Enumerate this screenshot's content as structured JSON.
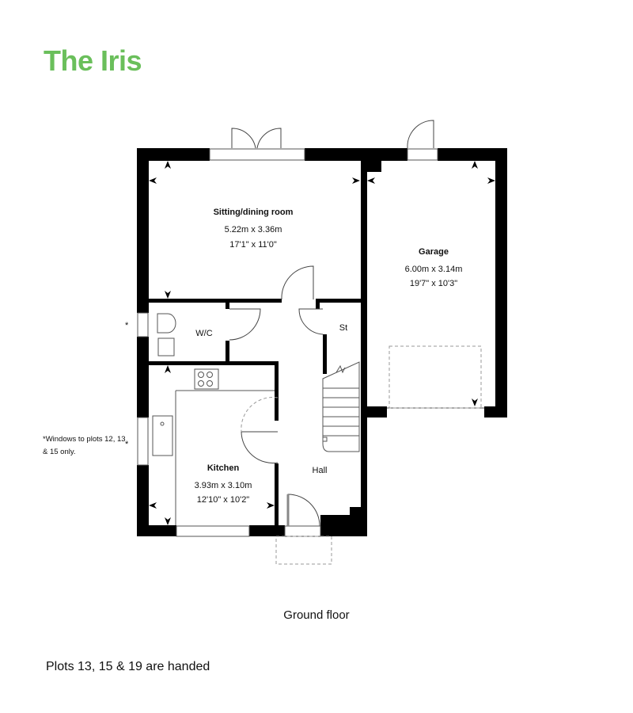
{
  "header": {
    "title": "The Iris",
    "title_color": "#6abf5b"
  },
  "rooms": {
    "sitting": {
      "name": "Sitting/dining room",
      "metric": "5.22m x 3.36m",
      "imperial": "17'1\" x 11'0\""
    },
    "garage": {
      "name": "Garage",
      "metric": "6.00m x 3.14m",
      "imperial": "19'7\" x 10'3\""
    },
    "kitchen": {
      "name": "Kitchen",
      "metric": "3.93m x 3.10m",
      "imperial": "12'10\" x 10'2\""
    },
    "wc": {
      "name": "W/C"
    },
    "store": {
      "name": "St"
    },
    "hall": {
      "name": "Hall"
    }
  },
  "notes": {
    "windows_star": "*",
    "windows_note": "*Windows to plots 12, 13 & 15 only."
  },
  "footer": {
    "floor_label": "Ground floor",
    "handed_note": "Plots 13, 15 & 19 are handed"
  }
}
